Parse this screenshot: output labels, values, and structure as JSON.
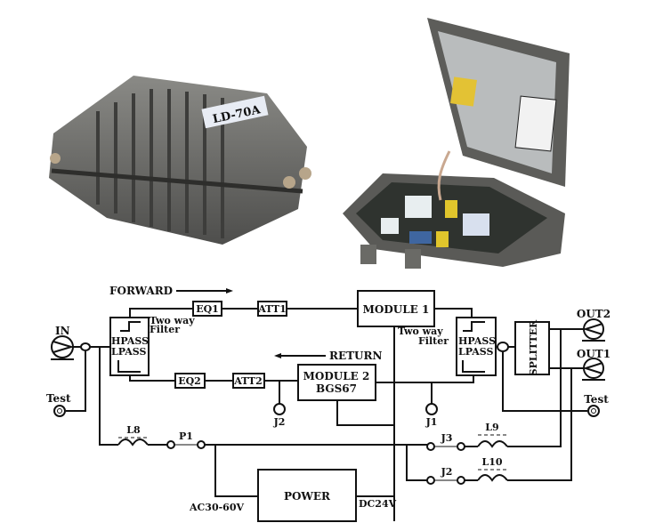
{
  "photos": {
    "closed_unit_label": "LD-70A"
  },
  "diagram": {
    "forward": "FORWARD",
    "return": "RETURN",
    "input": "IN",
    "test_left": "Test",
    "test_right": "Test",
    "left_filter": {
      "line1": "Two way",
      "line2": "Filter",
      "hpass": "HPASS",
      "lpass": "LPASS"
    },
    "right_filter": {
      "line1": "Two way",
      "line2": "Filter",
      "hpass": "HPASS",
      "lpass": "LPASS"
    },
    "eq1": "EQ1",
    "att1": "ATT1",
    "eq2": "EQ2",
    "att2": "ATT2",
    "module1": "MODULE 1",
    "module2": {
      "line1": "MODULE 2",
      "line2": "BGS67"
    },
    "j1": "J1",
    "j2_tap": "J2",
    "splitter": "SPLITTER",
    "out1": "OUT1",
    "out2": "OUT2",
    "l8": "L8",
    "l9": "L9",
    "l10": "L10",
    "p1": "P1",
    "j3": "J3",
    "j2": "J2",
    "power": "POWER",
    "ac": "AC30-60V",
    "dc": "DC24V"
  }
}
